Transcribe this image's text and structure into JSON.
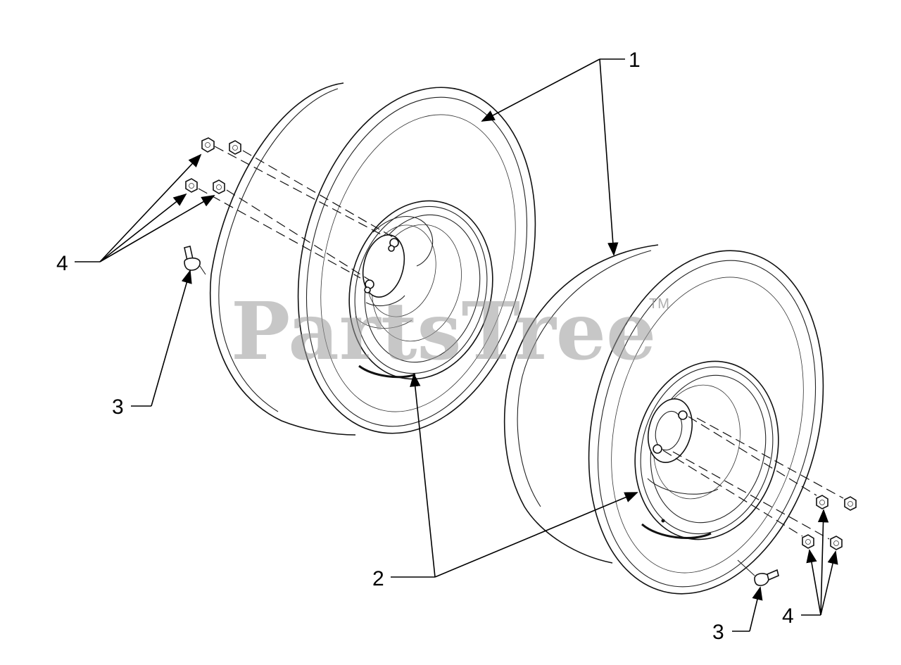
{
  "diagram": {
    "callouts": [
      {
        "id": "1",
        "label": "1"
      },
      {
        "id": "2",
        "label": "2"
      },
      {
        "id": "3a",
        "label": "3"
      },
      {
        "id": "3b",
        "label": "3"
      },
      {
        "id": "4a",
        "label": "4"
      },
      {
        "id": "4b",
        "label": "4"
      }
    ],
    "watermark": {
      "text": "PartsTree",
      "trademark": "TM"
    }
  }
}
